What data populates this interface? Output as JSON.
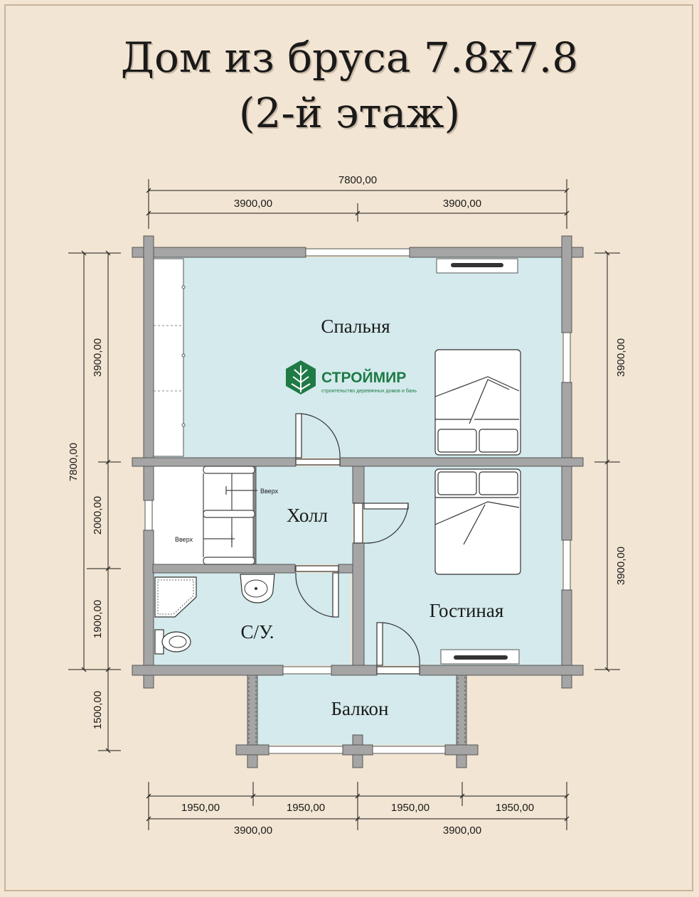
{
  "title": {
    "line1": "Дом из бруса 7.8х7.8",
    "line2": "(2-й этаж)"
  },
  "rooms": {
    "bedroom": "Спальня",
    "hall": "Холл",
    "bathroom": "С/У.",
    "living": "Гостиная",
    "balcony": "Балкон"
  },
  "stairs": {
    "up1": "Вверх",
    "up2": "Вверх"
  },
  "logo": {
    "name": "СТРОЙМИР",
    "tagline": "строительство деревянных домов и бань"
  },
  "dimensions": {
    "top_total": "7800,00",
    "top_left": "3900,00",
    "top_right": "3900,00",
    "left_total": "7800,00",
    "left_1": "3900,00",
    "left_2": "2000,00",
    "left_3": "1900,00",
    "left_4": "1500,00",
    "right_1": "3900,00",
    "right_2": "3900,00",
    "bottom_1": "1950,00",
    "bottom_2": "1950,00",
    "bottom_3": "1950,00",
    "bottom_4": "1950,00",
    "bottom_left_total": "3900,00",
    "bottom_right_total": "3900,00"
  },
  "colors": {
    "background": "#f3e5d3",
    "floor": "#d4eaec",
    "wall": "#a5a5a5",
    "logo": "#1f7a45"
  }
}
